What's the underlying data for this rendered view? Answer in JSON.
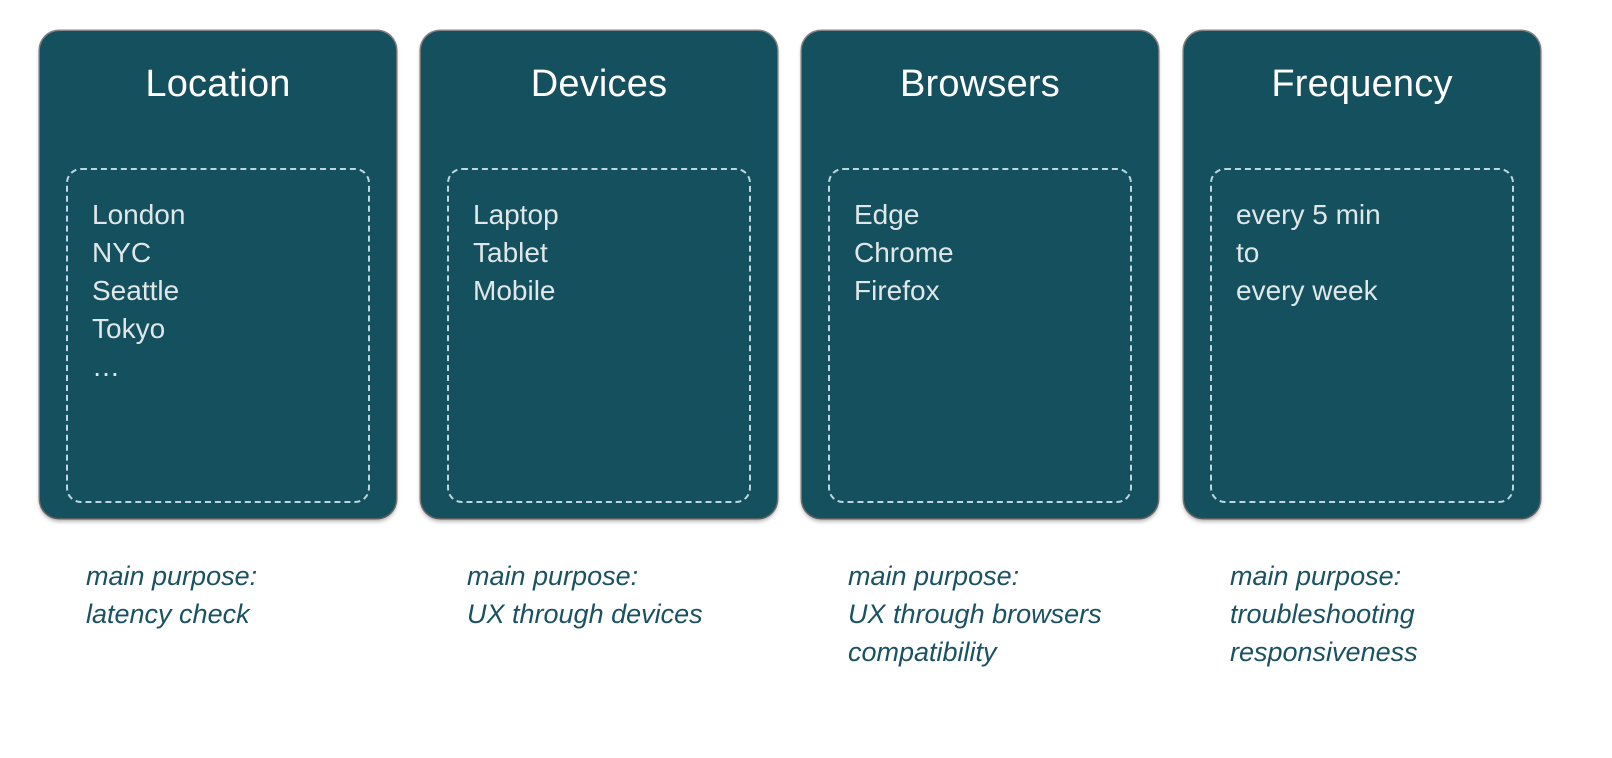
{
  "canvas": {
    "background": "#ffffff",
    "card_color": "#15505e",
    "dashed_border_color": "#bcd7e0",
    "title_color": "#ffffff",
    "item_color": "#dfe7e9",
    "caption_color": "#1a5264"
  },
  "columns": [
    {
      "title": "Location",
      "items": [
        "London",
        "NYC",
        "Seattle",
        "Tokyo",
        "…"
      ],
      "purpose": [
        "main purpose:",
        "latency check"
      ]
    },
    {
      "title": "Devices",
      "items": [
        "Laptop",
        "Tablet",
        "Mobile"
      ],
      "purpose": [
        "main purpose:",
        "UX through devices"
      ]
    },
    {
      "title": "Browsers",
      "items": [
        "Edge",
        "Chrome",
        "Firefox"
      ],
      "purpose": [
        "main purpose:",
        "UX through browsers",
        "compatibility"
      ]
    },
    {
      "title": "Frequency",
      "items": [
        "every 5 min",
        "to",
        "every week"
      ],
      "purpose": [
        "main purpose:",
        "troubleshooting",
        "responsiveness"
      ]
    }
  ]
}
